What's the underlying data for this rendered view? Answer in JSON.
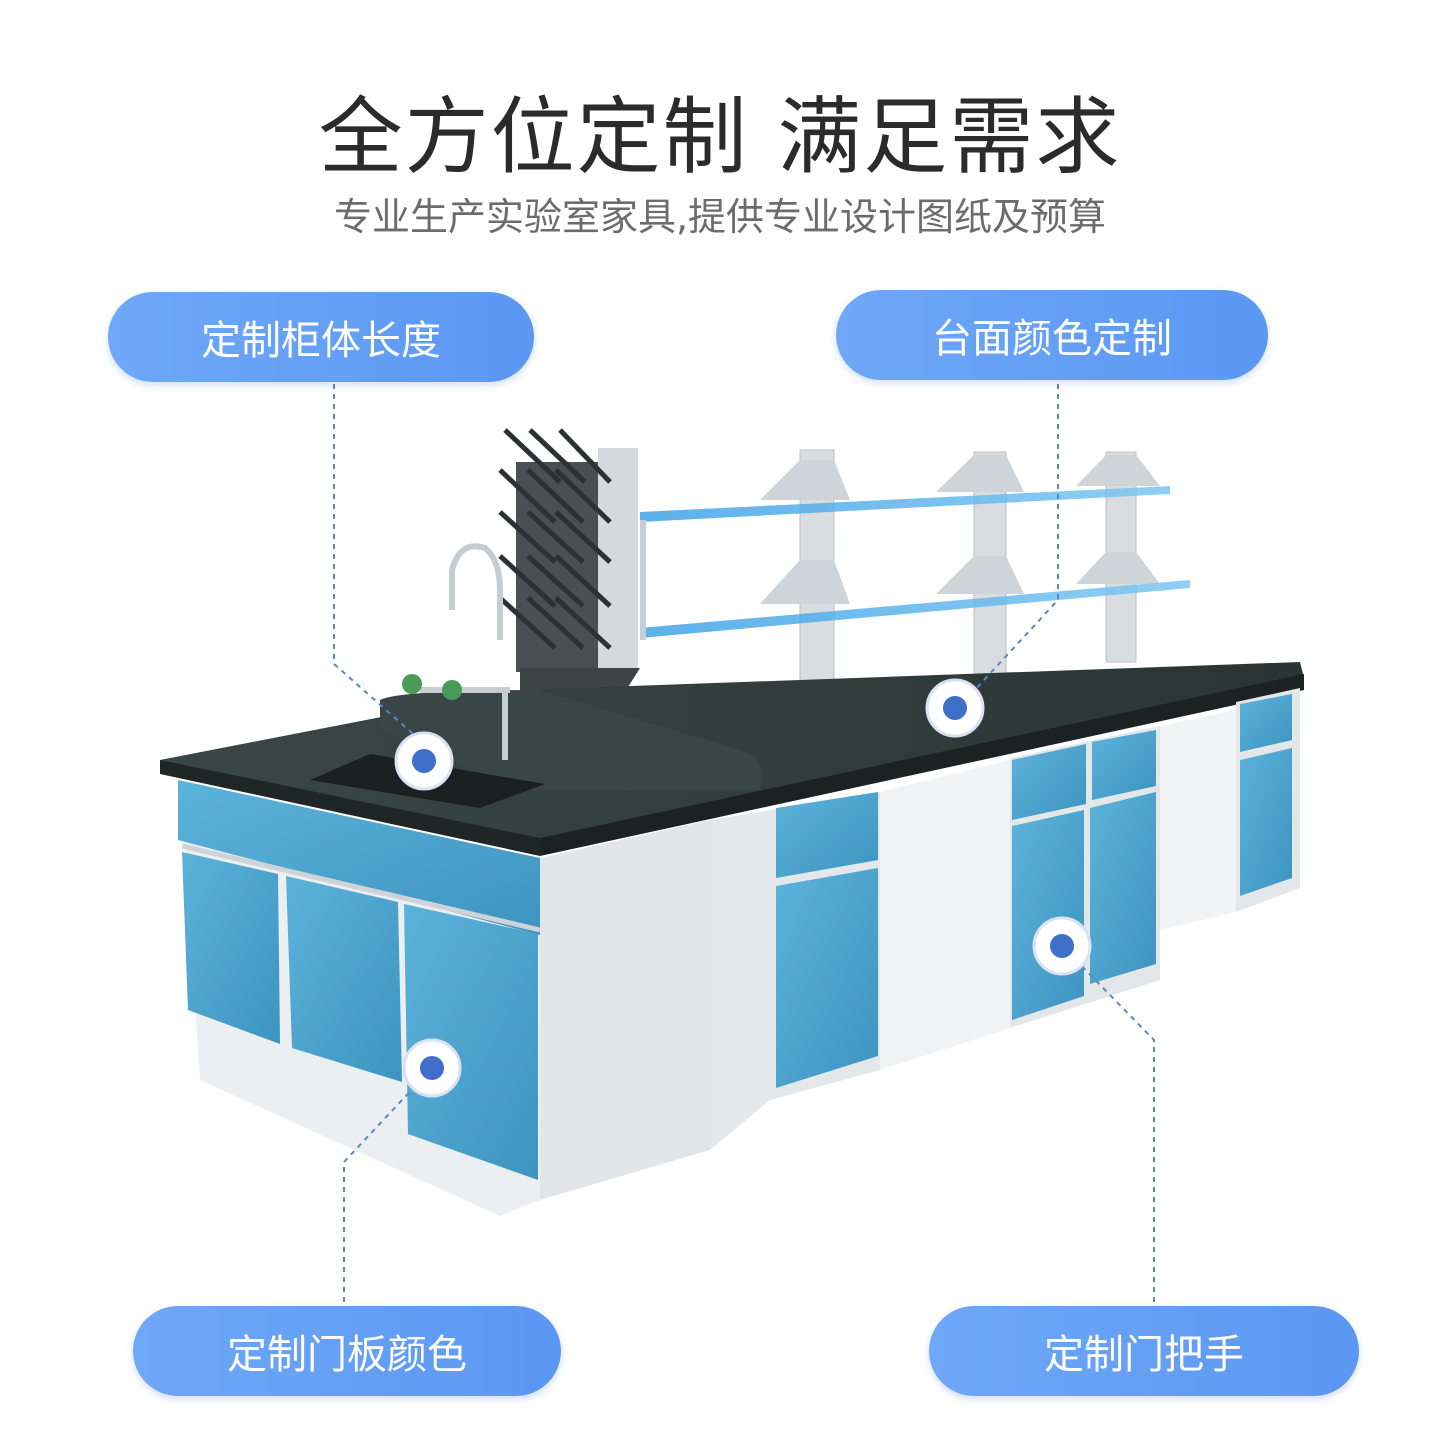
{
  "header": {
    "title": "全方位定制 满足需求",
    "subtitle": "专业生产实验室家具,提供专业设计图纸及预算"
  },
  "callouts": {
    "cabinet_length": "定制柜体长度",
    "countertop_color": "台面颜色定制",
    "door_panel_color": "定制门板颜色",
    "door_handle": "定制门把手"
  },
  "colors": {
    "pill": "#5b97f3",
    "cabinet_door": "#4aa3cc",
    "countertop": "#2f3b3a",
    "marker": "#3f6fc9"
  },
  "icons": [
    "lab-bench-illustration",
    "marker-dot-icon"
  ]
}
